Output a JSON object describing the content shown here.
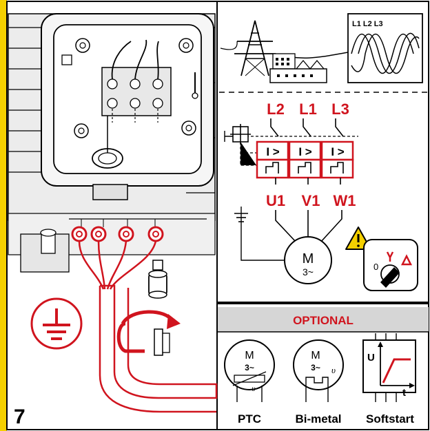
{
  "step_number": "7",
  "supply": {
    "phases_label": "L1 L2 L3"
  },
  "breaker": {
    "top_labels": [
      "L2",
      "L1",
      "L3"
    ],
    "bottom_labels": [
      "U1",
      "V1",
      "W1"
    ],
    "trip_symbol": "I >"
  },
  "motor": {
    "letter": "M",
    "phase": "3~"
  },
  "optional": {
    "banner": "OPTIONAL",
    "options": [
      {
        "label": "PTC",
        "motor_letter": "M",
        "motor_phase": "3~",
        "sensor": "υ"
      },
      {
        "label": "Bi-metal",
        "motor_letter": "M",
        "motor_phase": "3~",
        "sensor": "υ"
      },
      {
        "label": "Softstart",
        "axis_y": "U",
        "axis_x": "t"
      }
    ]
  },
  "colors": {
    "accent_red": "#d0141e",
    "frame_yellow": "#f5d000",
    "banner_gray": "#d6d6d6",
    "diagram_gray": "#ececec"
  },
  "icons": [
    "ground-icon",
    "rotation-arrow-icon",
    "warning-icon",
    "star-delta-switch-icon",
    "power-pylon-icon",
    "factory-icon",
    "sine-wave-icon"
  ]
}
